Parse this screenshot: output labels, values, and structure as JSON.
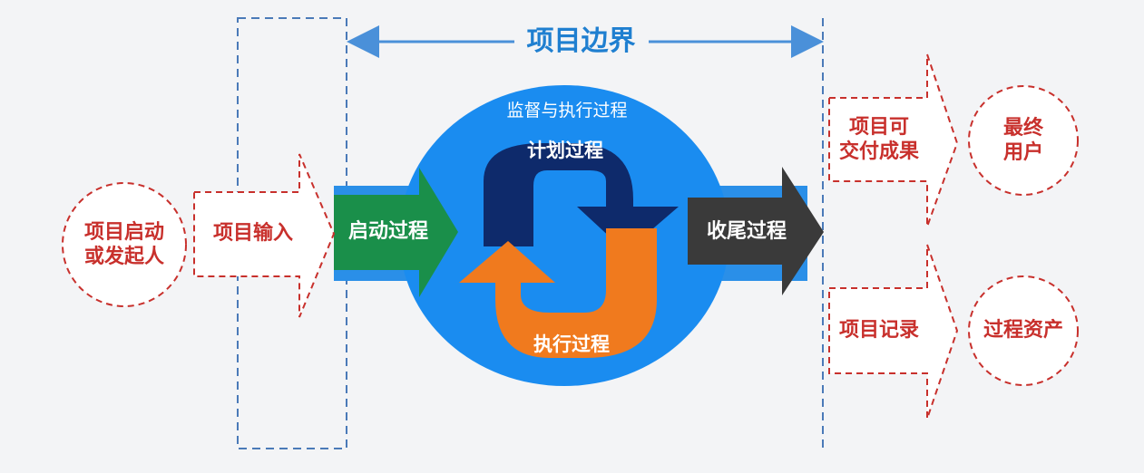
{
  "boundary": {
    "label": "项目边界",
    "color": "#4a90d9"
  },
  "sponsor": {
    "label": "项目启动\n或发起人"
  },
  "inputs": {
    "label": "项目输入"
  },
  "monitoring": {
    "label": "监督与执行过程",
    "color": "#1a8cf0"
  },
  "initiating": {
    "label": "启动过程",
    "color": "#1a8f4a"
  },
  "planning": {
    "label": "计划过程",
    "color": "#0e2a6b"
  },
  "executing": {
    "label": "执行过程",
    "color": "#f07a1e"
  },
  "closing": {
    "label": "收尾过程",
    "color": "#3a3a3a"
  },
  "deliverables": {
    "label": "项目可\n交付成果"
  },
  "end_users": {
    "label": "最终\n用户"
  },
  "records": {
    "label": "项目记录"
  },
  "assets": {
    "label": "过程资产"
  },
  "accent_red": "#c8302c"
}
